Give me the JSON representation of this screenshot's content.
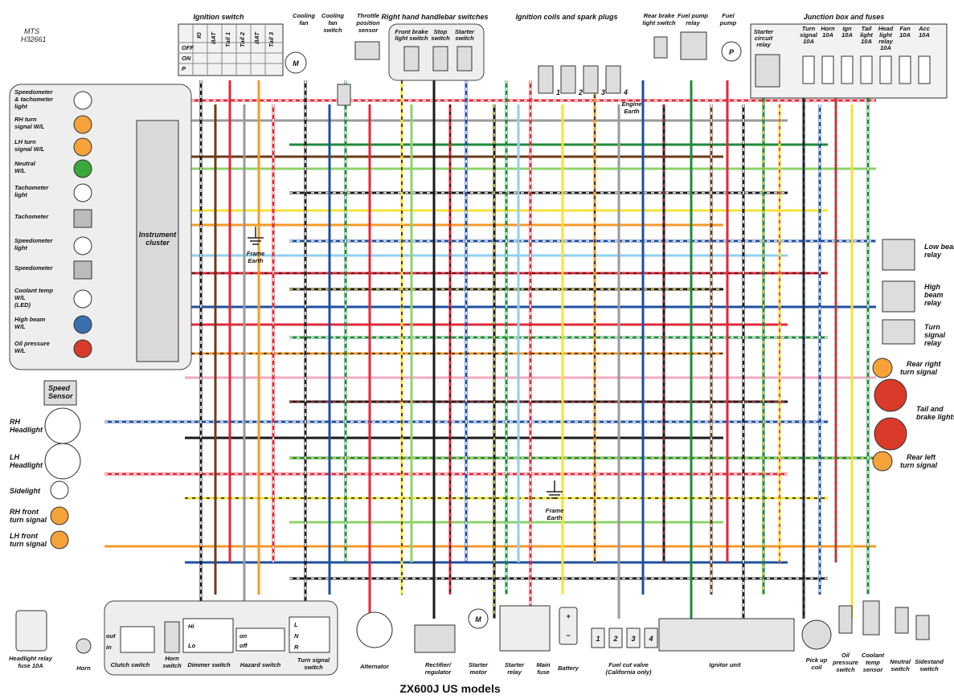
{
  "header": {
    "brand": "MTS",
    "ref": "H32661",
    "title": "ZX600J US models"
  },
  "instruments": {
    "cluster_label": "Instrument cluster",
    "items": [
      {
        "label": "Speedometer & tachometer light",
        "lines": [
          "Speedometer",
          "& tachometer",
          "light"
        ],
        "color": "#ffffff"
      },
      {
        "label": "RH turn signal W/L",
        "lines": [
          "RH turn",
          "signal W/L"
        ],
        "color": "#f5a23a"
      },
      {
        "label": "LH turn signal W/L",
        "lines": [
          "LH turn",
          "signal W/L"
        ],
        "color": "#f5a23a"
      },
      {
        "label": "Neutral W/L",
        "lines": [
          "Neutral",
          "W/L"
        ],
        "color": "#3aa83a"
      },
      {
        "label": "Tachometer light",
        "lines": [
          "Tachometer",
          "light"
        ],
        "color": "#ffffff"
      },
      {
        "label": "Tachometer",
        "lines": [
          "Tachometer"
        ],
        "color": "box"
      },
      {
        "label": "Speedometer light",
        "lines": [
          "Speedometer",
          "light"
        ],
        "color": "#ffffff"
      },
      {
        "label": "Speedometer",
        "lines": [
          "Speedometer"
        ],
        "color": "box"
      },
      {
        "label": "Coolant temp W/L (LED)",
        "lines": [
          "Coolant temp",
          "W/L",
          "(LED)"
        ],
        "color": "#ffffff"
      },
      {
        "label": "High beam W/L",
        "lines": [
          "High beam",
          "W/L"
        ],
        "color": "#3a6fb0"
      },
      {
        "label": "Oil pressure W/L",
        "lines": [
          "Oil pressure",
          "W/L"
        ],
        "color": "#d93a2a"
      }
    ]
  },
  "ignition_switch": {
    "label": "Ignition switch",
    "columns": [
      "IG",
      "BAT",
      "Tail 1",
      "Tail 2",
      "BAT",
      "Tail 3"
    ],
    "positions": [
      "OFF",
      "ON",
      "P"
    ]
  },
  "top_components": {
    "cooling_fan": "Cooling fan",
    "cooling_fan_switch": "Cooling fan switch",
    "throttle_position_sensor": "Throttle position sensor",
    "right_handlebar_switches": "Right hand handlebar switches",
    "front_brake_light_switch": "Front brake light switch",
    "stop_switch": "Stop switch",
    "starter_switch": "Starter switch",
    "ignition_coils": "Ignition coils and spark plugs",
    "coil_numbers": [
      "1",
      "2",
      "3",
      "4"
    ],
    "engine_earth": "Engine Earth",
    "rear_brake_light_switch": "Rear brake light switch",
    "fuel_pump_relay": "Fuel pump relay",
    "fuel_pump": "Fuel pump",
    "fuel_pump_symbol": "P",
    "fan_motor_symbol": "M"
  },
  "junction_box": {
    "label": "Junction box and fuses",
    "starter_circuit_relay": "Starter circuit relay",
    "fuses": [
      {
        "name": "Turn signal",
        "rating": "10A"
      },
      {
        "name": "Horn",
        "rating": "10A"
      },
      {
        "name": "Ign",
        "rating": "10A"
      },
      {
        "name": "Tail light",
        "rating": "10A"
      },
      {
        "name": "Head light relay",
        "rating": "10A"
      },
      {
        "name": "Fan",
        "rating": "10A"
      },
      {
        "name": "Acc",
        "rating": "10A"
      }
    ]
  },
  "right_side": {
    "low_beam_relay": "Low beam relay",
    "high_beam_relay": "High beam relay",
    "turn_signal_relay": "Turn signal relay",
    "rear_right_turn_signal": "Rear right turn signal",
    "tail_brake_lights": "Tail and brake lights",
    "rear_left_turn_signal": "Rear left turn signal"
  },
  "left_side": {
    "speed_sensor": "Speed Sensor",
    "rh_headlight": "RH Headlight",
    "lh_headlight": "LH Headlight",
    "sidelight": "Sidelight",
    "rh_front_turn_signal": "RH front turn signal",
    "lh_front_turn_signal": "LH front turn signal",
    "frame_earth": "Frame Earth"
  },
  "bottom": {
    "headlight_relay_fuse": "Headlight relay fuse 10A",
    "horn": "Horn",
    "clutch_switch": "Clutch switch",
    "clutch_positions": [
      "out",
      "in"
    ],
    "horn_switch": "Horn switch",
    "dimmer_switch": "Dimmer switch",
    "dimmer_positions": [
      "Hi",
      "Lo"
    ],
    "hazard_switch": "Hazard switch",
    "hazard_positions": [
      "on",
      "off"
    ],
    "turn_signal_switch": "Turn signal switch",
    "turn_positions": [
      "L",
      "N",
      "R"
    ],
    "alternator": "Alternator",
    "rectifier_regulator": "Rectifier/ regulator",
    "starter_motor": "Starter motor",
    "starter_relay": "Starter relay",
    "main_fuse": "Main fuse",
    "battery": "Battery",
    "fuel_cut_valve": "Fuel cut valve",
    "fuel_cut_note": "(California only)",
    "fuel_cut_numbers": [
      "1",
      "2",
      "3",
      "4"
    ],
    "ignitor_unit": "Ignitor unit",
    "pickup_coil": "Pick up coil",
    "oil_pressure_switch": "Oil pressure switch",
    "coolant_temp_sensor": "Coolant temp sensor",
    "neutral_switch": "Neutral switch",
    "sidestand_switch": "Sidestand switch",
    "frame_earth": "Frame Earth"
  },
  "colors": {
    "black": "#1a1a1a",
    "brown": "#6b3b1a",
    "red": "#e0283a",
    "orange": "#f39a2a",
    "yellow": "#f3e23a",
    "green": "#1f8a3a",
    "lightgreen": "#8fd36a",
    "blue": "#1f4f9f",
    "lightblue": "#8fd0f0",
    "pink": "#f4a9c0",
    "grey": "#9a9a9a",
    "white": "#ffffff"
  }
}
